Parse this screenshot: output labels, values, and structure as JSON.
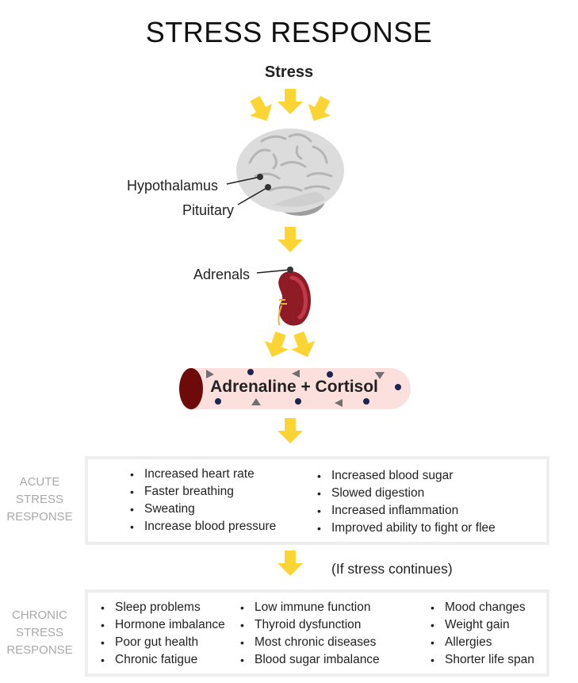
{
  "title": "STRESS RESPONSE",
  "stress_label": "Stress",
  "callouts": {
    "hypothalamus": "Hypothalamus",
    "pituitary": "Pituitary",
    "adrenals": "Adrenals"
  },
  "vessel_label": "Adrenaline + Cortisol",
  "icons": {
    "brain": "brain-icon",
    "kidney": "kidney-icon",
    "arrow": "down-arrow-icon",
    "vessel": "blood-vessel-icon"
  },
  "colors": {
    "arrow": "#fcd535",
    "brain": "#dcdcdc",
    "kidney": "#8e1b25",
    "vessel": "#fce0de",
    "vessel_end": "#6e0a0a",
    "particles": "#1e2452",
    "side_label": "#a9a9a9",
    "box_border": "#eeeeee"
  },
  "acute": {
    "label_lines": [
      "ACUTE",
      "STRESS",
      "RESPONSE"
    ],
    "left": [
      "Increased heart rate",
      "Faster breathing",
      "Sweating",
      "Increase blood pressure"
    ],
    "right": [
      "Increased blood sugar",
      "Slowed digestion",
      "Increased inflammation",
      "Improved ability to fight or flee"
    ]
  },
  "continues_label": "(If stress continues)",
  "chronic": {
    "label_lines": [
      "CHRONIC",
      "STRESS",
      "RESPONSE"
    ],
    "col1": [
      "Sleep problems",
      "Hormone imbalance",
      "Poor gut health",
      "Chronic fatigue"
    ],
    "col2": [
      "Low immune function",
      "Thyroid dysfunction",
      "Most chronic diseases",
      "Blood sugar imbalance"
    ],
    "col3": [
      "Mood changes",
      "Weight gain",
      "Allergies",
      "Shorter life span"
    ]
  }
}
